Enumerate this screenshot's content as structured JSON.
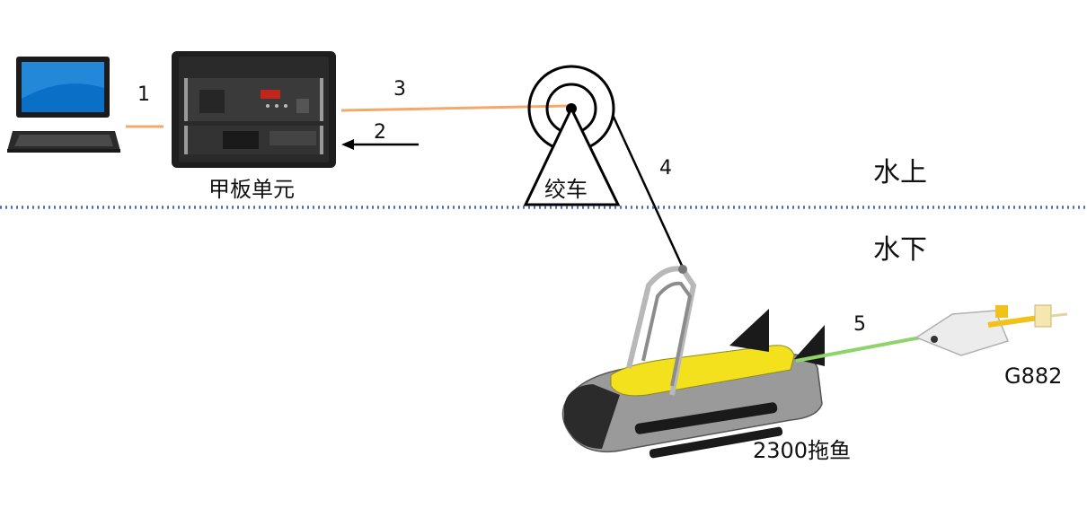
{
  "labels": {
    "deck_unit": "甲板单元",
    "winch": "绞车",
    "above_water": "水上",
    "below_water": "水下",
    "towfish": "2300拖鱼",
    "magnetometer": "G882"
  },
  "connections": {
    "c1": "1",
    "c2": "2",
    "c3": "3",
    "c4": "4",
    "c5": "5"
  },
  "colors": {
    "orange_cable": "#f4a86a",
    "green_cable": "#8ed46a",
    "waterline": "#4a6fb0",
    "towfish_yellow": "#f2e11c"
  }
}
